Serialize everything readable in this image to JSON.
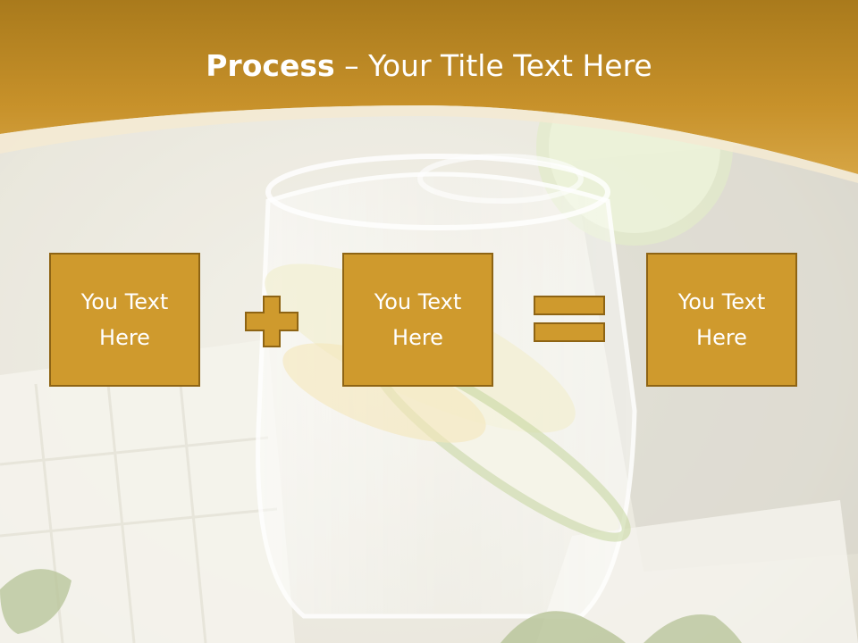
{
  "title": {
    "bold": "Process",
    "rest": " – Your Title Text Here"
  },
  "boxes": [
    {
      "text": "You Text Here"
    },
    {
      "text": "You Text Here"
    },
    {
      "text": "You Text Here"
    }
  ],
  "operators": [
    "plus",
    "equals"
  ],
  "colors": {
    "header": "#c08d23",
    "box_fill": "#cf9a2d",
    "box_border": "#8e6414",
    "text": "#ffffff"
  }
}
